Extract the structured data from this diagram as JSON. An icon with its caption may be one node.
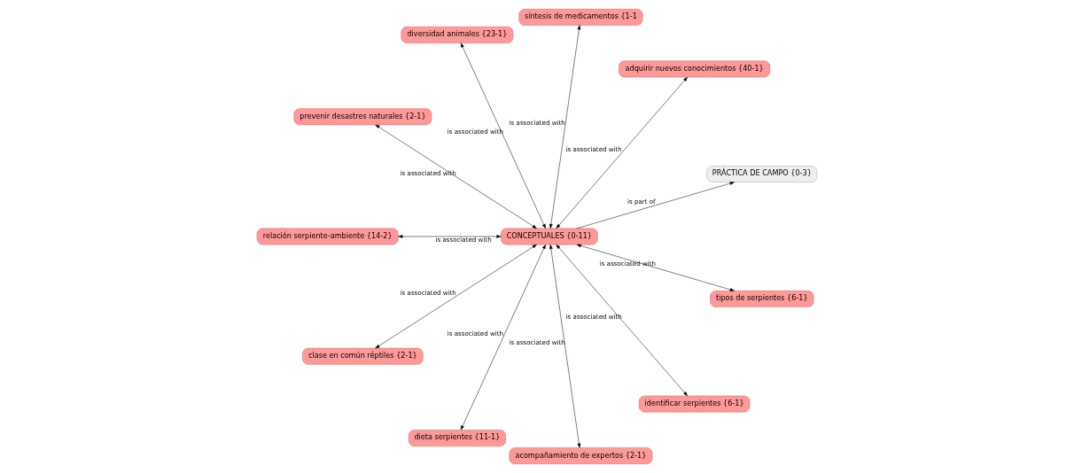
{
  "diagram": {
    "nodes": [
      {
        "text": [
          "PRÁCTICA DE CAMPO {0-3}"
        ]
      },
      {
        "text": [
          "adquirir nuevos conocimientos {40-1}"
        ]
      },
      {
        "text": [
          "CONCEPTUALES {0-11}"
        ]
      },
      {
        "text": [
          "síntesis de medicamentos {1-1"
        ]
      },
      {
        "text": [
          "diversidad animales {23-1}"
        ]
      },
      {
        "text": [
          "prevenir desastres naturales {2-1}"
        ]
      },
      {
        "text": [
          "relación serpiente-ambiente {14-2}"
        ]
      },
      {
        "text": [
          "clase en común réptiles {2-1}"
        ]
      },
      {
        "text": [
          "dieta serpientes {11-1}"
        ]
      },
      {
        "text": [
          "acompañamiento de expertos {2-1}"
        ]
      },
      {
        "text": [
          "identificar serpientes {6-1}"
        ]
      },
      {
        "text": [
          "tipos de serpientes {6-1}"
        ]
      }
    ],
    "edges": [
      {
        "from": 2,
        "to": 0,
        "arrow": "to",
        "label": "is part of"
      },
      {
        "from": 2,
        "to": 1,
        "arrow": "both",
        "label": "is associated with"
      },
      {
        "from": 2,
        "to": 3,
        "arrow": "both",
        "label": "is associated with"
      },
      {
        "from": 2,
        "to": 4,
        "arrow": "both",
        "label": "is associated with"
      },
      {
        "from": 2,
        "to": 5,
        "arrow": "both",
        "label": "is associated with"
      },
      {
        "from": 2,
        "to": 6,
        "arrow": "both",
        "label": "is associated with"
      },
      {
        "from": 2,
        "to": 7,
        "arrow": "both",
        "label": "is associated with"
      },
      {
        "from": 2,
        "to": 8,
        "arrow": "both",
        "label": "is associated with"
      },
      {
        "from": 2,
        "to": 9,
        "arrow": "both",
        "label": "is associated with"
      },
      {
        "from": 2,
        "to": 10,
        "arrow": "both",
        "label": "is associated with"
      },
      {
        "from": 2,
        "to": 11,
        "arrow": "both",
        "label": "is associated with"
      }
    ]
  }
}
